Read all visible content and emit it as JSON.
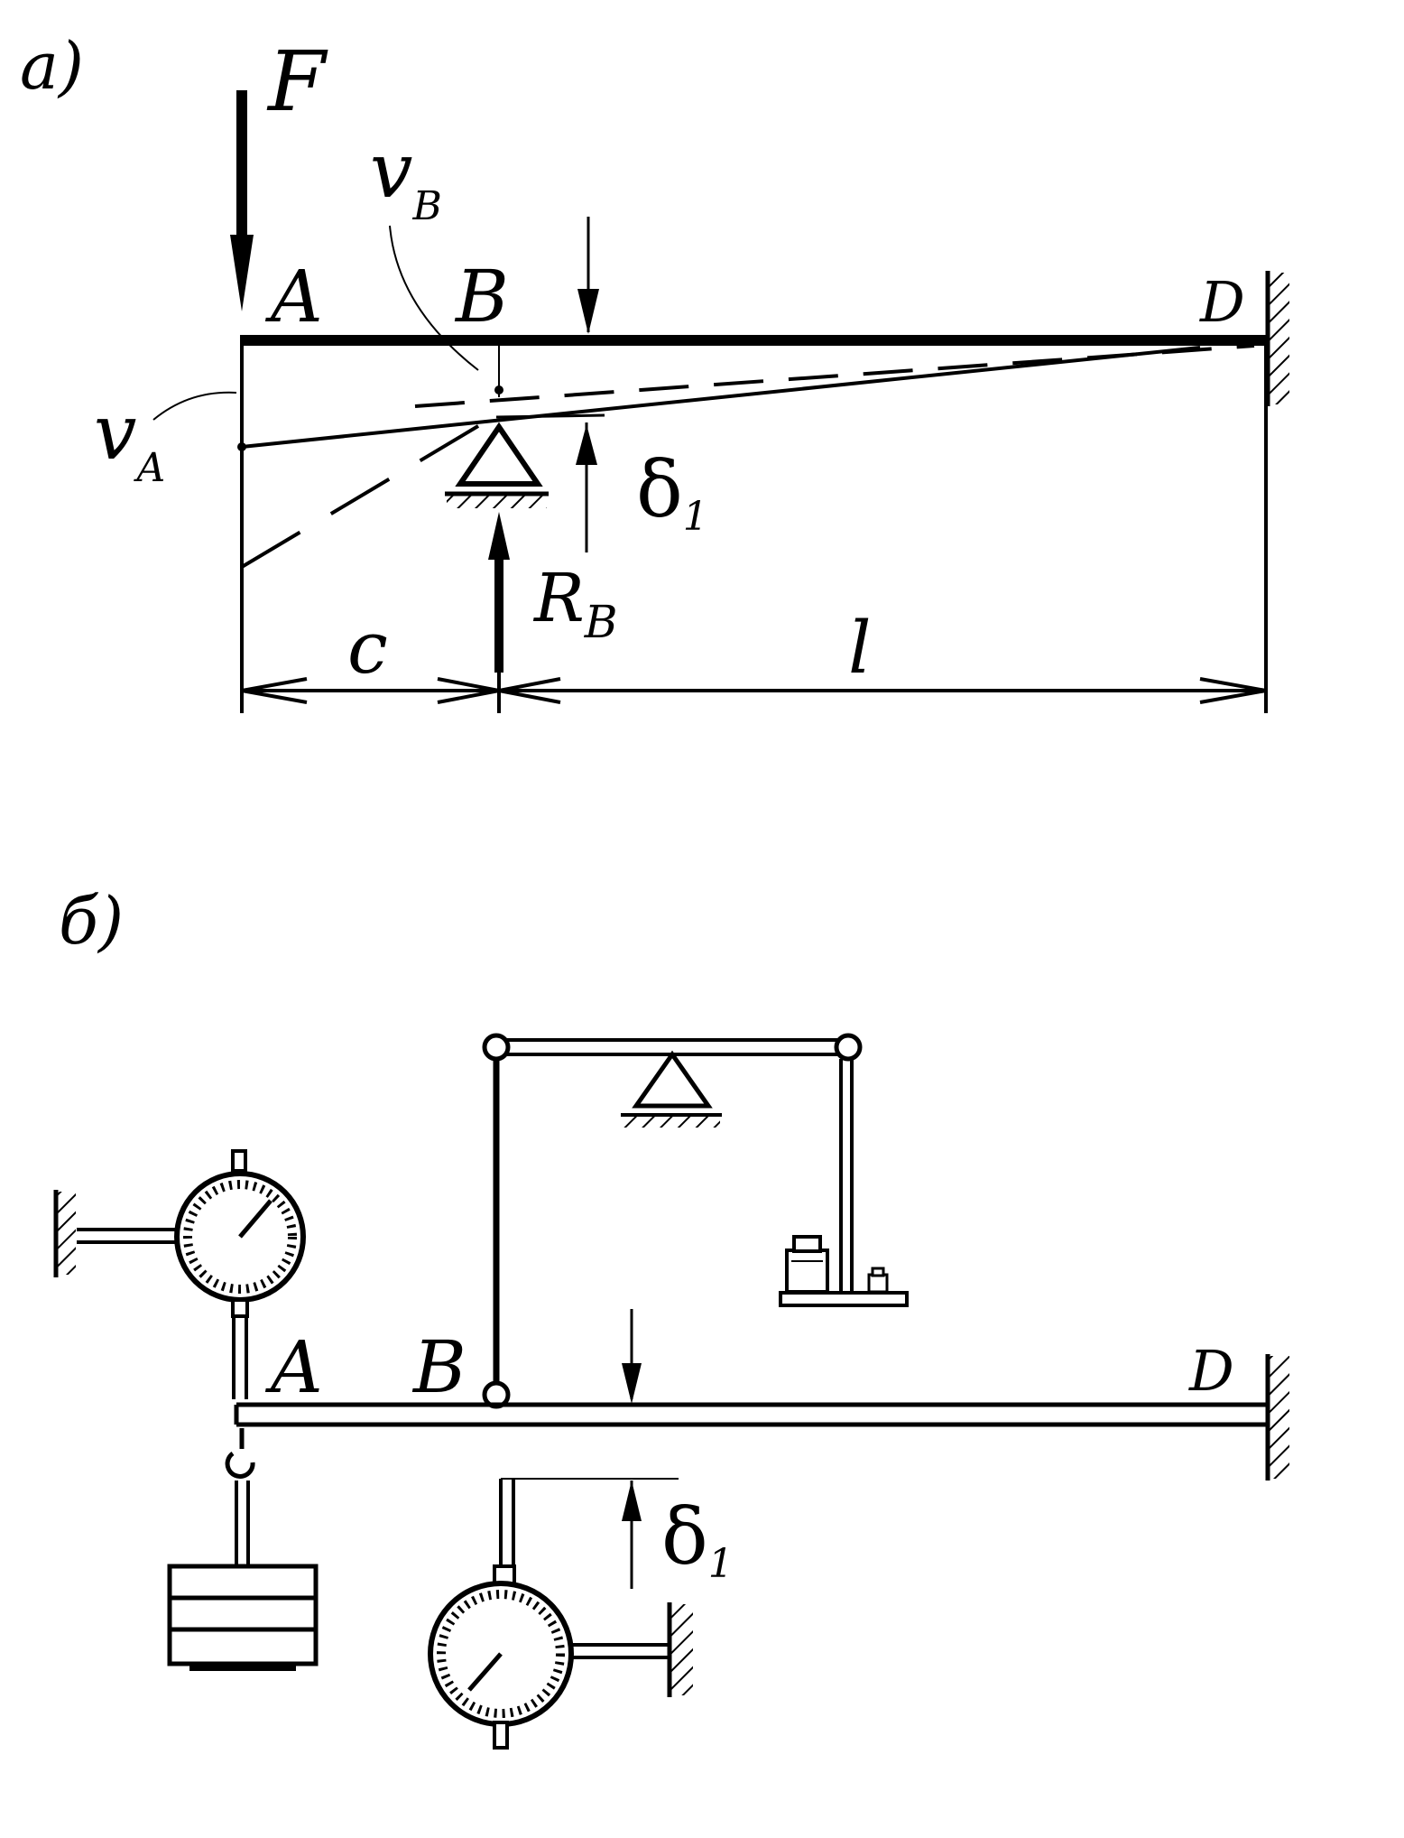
{
  "panel_a": {
    "panel_label": "a)",
    "force_label": "F",
    "point_a": "A",
    "point_b": "B",
    "point_d": "D",
    "v_a_main": "v",
    "v_a_sub": "A",
    "v_b_main": "v",
    "v_b_sub": "B",
    "reaction_main": "R",
    "reaction_sub": "B",
    "delta_main": "δ",
    "delta_sub": "1",
    "dim_c": "c",
    "dim_l": "l"
  },
  "panel_b": {
    "panel_label": "б)",
    "point_a": "A",
    "point_b": "B",
    "point_d": "D",
    "delta_main": "δ",
    "delta_sub": "1"
  }
}
